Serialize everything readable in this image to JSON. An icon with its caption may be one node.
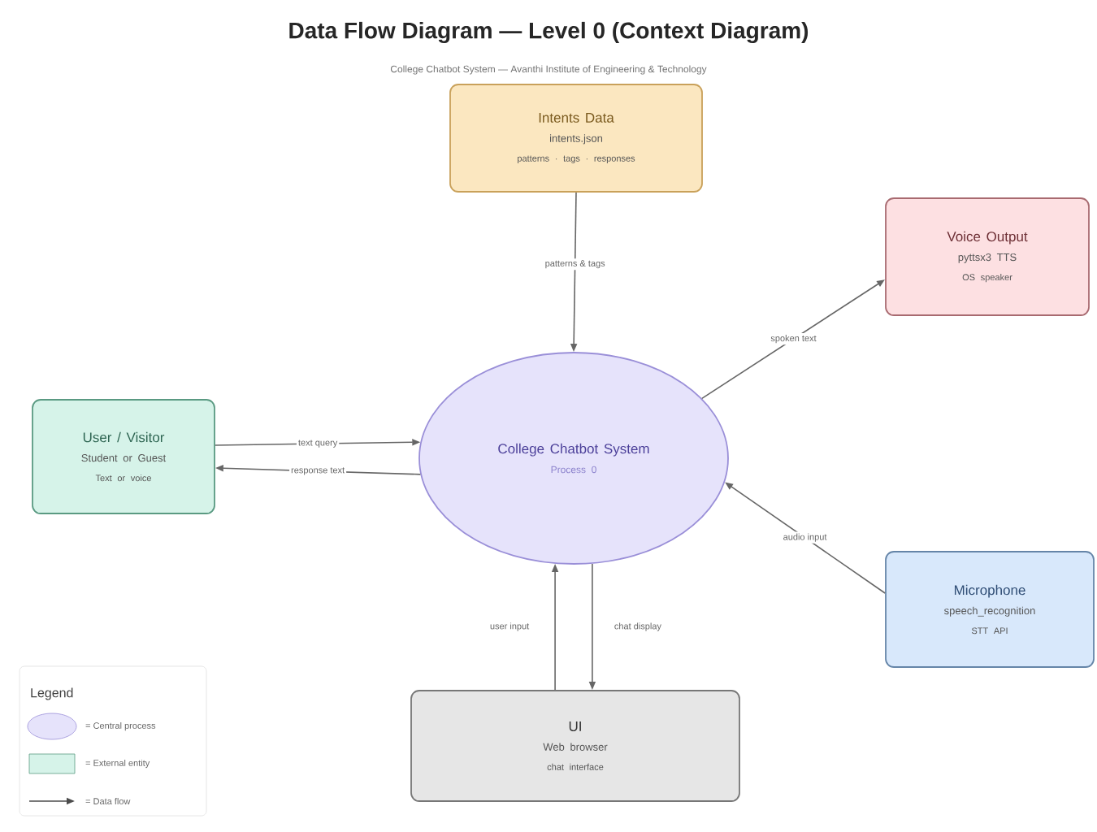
{
  "diagram": {
    "title": "Data Flow Diagram — Level 0 (Context Diagram)",
    "nodes": [
      {
        "text": [
          "Intents Data",
          "intents.json",
          "patterns · tags · responses"
        ]
      },
      {
        "text": [
          "Voice Output",
          "pyttsx3 TTS",
          "OS speaker"
        ]
      },
      {
        "text": [
          "User / Visitor",
          "Student or Guest",
          "Text or voice"
        ]
      },
      {
        "text": [
          "College Chatbot System",
          "Process 0"
        ]
      },
      {
        "text": [
          "Microphone",
          "speech_recognition",
          "STT API"
        ]
      },
      {
        "text": [
          "UI",
          "Web browser",
          "chat interface"
        ]
      }
    ],
    "edges": [
      {
        "from": 0,
        "to": 3,
        "arrow": "to",
        "label": "patterns & tags"
      },
      {
        "from": 3,
        "to": 1,
        "arrow": "to",
        "label": "spoken text"
      },
      {
        "from": 2,
        "to": 3,
        "arrow": "to",
        "label": "text query"
      },
      {
        "from": 3,
        "to": 2,
        "arrow": "to",
        "label": "response text"
      },
      {
        "from": 4,
        "to": 3,
        "arrow": "to",
        "label": "audio input"
      },
      {
        "from": 5,
        "to": 3,
        "arrow": "to",
        "label": "user input"
      },
      {
        "from": 3,
        "to": 5,
        "arrow": "to",
        "label": "chat display"
      }
    ],
    "labels": [
      "College Chatbot System — Avanthi Institute of Engineering & Technology",
      "Legend"
    ],
    "legend": [
      {
        "text": "= Central process",
        "color": "#e6e3fb"
      },
      {
        "text": "= External entity",
        "color": "#d6f3e9"
      },
      {
        "text": "= Data flow"
      }
    ]
  }
}
